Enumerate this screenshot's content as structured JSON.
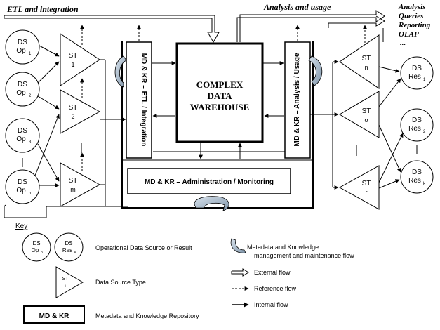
{
  "top": {
    "etl": "ETL and integration",
    "analysis": "Analysis and usage",
    "right_lines": [
      "Analysis",
      "Queries",
      "Reporting",
      "OLAP",
      "..."
    ]
  },
  "sources": [
    {
      "ds": "DS",
      "op": "Op",
      "sub": "1"
    },
    {
      "ds": "DS",
      "op": "Op",
      "sub": "2"
    },
    {
      "ds": "DS",
      "op": "Op",
      "sub": "3"
    },
    {
      "ds": "DS",
      "op": "Op",
      "sub": "n"
    }
  ],
  "st_left": [
    {
      "st": "ST",
      "sub": "1"
    },
    {
      "st": "ST",
      "sub": "2"
    },
    {
      "st": "ST",
      "sub": "m"
    }
  ],
  "st_right": [
    {
      "st": "ST",
      "sub": "n"
    },
    {
      "st": "ST",
      "sub": "o"
    },
    {
      "st": "ST",
      "sub": "r"
    }
  ],
  "results": [
    {
      "ds": "DS",
      "res": "Res",
      "sub": "1"
    },
    {
      "ds": "DS",
      "res": "Res",
      "sub": "2"
    },
    {
      "ds": "DS",
      "res": "Res",
      "sub": "k"
    }
  ],
  "warehouse": {
    "lines": [
      "COMPLEX",
      "DATA",
      "WAREHOUSE"
    ]
  },
  "repos": {
    "etl": "MD & KR – ETL / Integration",
    "analysis": "MD & KR – Analysis / Usage",
    "admin": "MD & KR – Administration / Monitoring"
  },
  "key": {
    "title": "Key",
    "ds_ds": "DS",
    "ds_op": "Op",
    "ds_op_sub": "n",
    "res_ds": "DS",
    "res_res": "Res",
    "res_sub": "k",
    "ds_label": "Operational Data Source or Result",
    "st": "ST",
    "st_sub": "i",
    "st_label": "Data Source Type",
    "repo_box": "MD & KR",
    "repo_label": "Metadata and Knowledge Repository",
    "md_flow_1": "Metadata and Knowledge",
    "md_flow_2": "management and maintenance flow",
    "external": "External flow",
    "reference": "Reference flow",
    "internal": "Internal flow"
  }
}
